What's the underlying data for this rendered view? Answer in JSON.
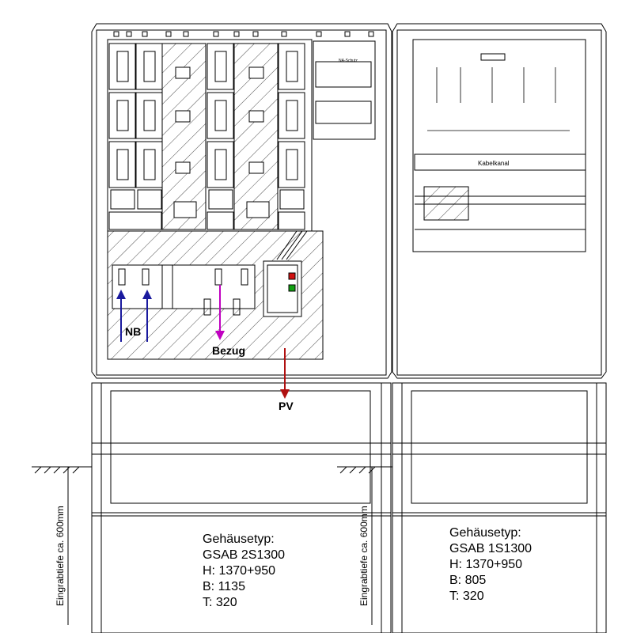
{
  "labels": {
    "nb": "NB",
    "bezug": "Bezug",
    "pv": "PV",
    "na_schutz": "NA-Schutz",
    "kabelkanal": "Kabelkanal",
    "eingrabtiefe": "Eingrabtiefe ca. 600mm"
  },
  "spec_left": {
    "title": "Gehäusetyp:",
    "model": "GSAB 2S1300",
    "h": "H: 1370+950",
    "b": "B: 1135",
    "t": "T: 320"
  },
  "spec_right": {
    "title": "Gehäusetyp:",
    "model": "GSAB 1S1300",
    "h": "H: 1370+950",
    "b": "B: 805",
    "t": "T: 320"
  },
  "colors": {
    "nb_arrow": "#1a1a9e",
    "bezug_arrow": "#c000c0",
    "pv_arrow": "#b01010",
    "breaker_red": "#d01010",
    "breaker_green": "#10a010"
  }
}
